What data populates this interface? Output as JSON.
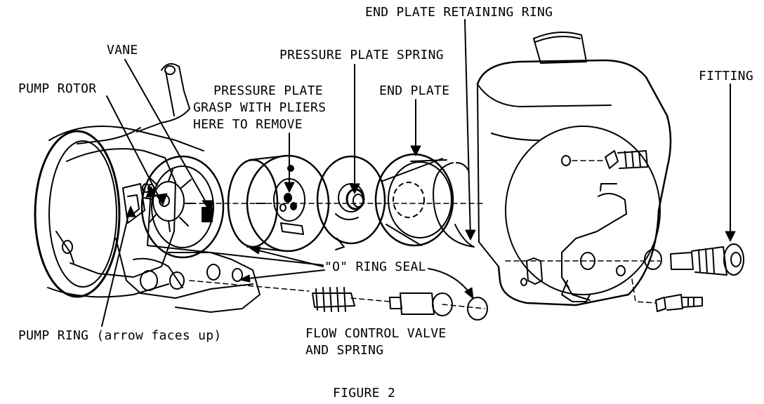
{
  "labels": {
    "end_plate_retaining_ring": "END PLATE RETAINING RING",
    "vane": "VANE",
    "pressure_plate_spring": "PRESSURE PLATE SPRING",
    "fitting": "FITTING",
    "pump_rotor": "PUMP ROTOR",
    "pressure_plate": "PRESSURE PLATE",
    "grasp_line1": "GRASP WITH PLIERS",
    "grasp_line2": "HERE TO REMOVE",
    "end_plate": "END PLATE",
    "o_ring_seal": "\"O\" RING SEAL",
    "pump_ring": "PUMP RING (arrow faces up)",
    "flow_control_line1": "FLOW CONTROL VALVE",
    "flow_control_line2": "AND SPRING",
    "figure": "FIGURE 2"
  }
}
